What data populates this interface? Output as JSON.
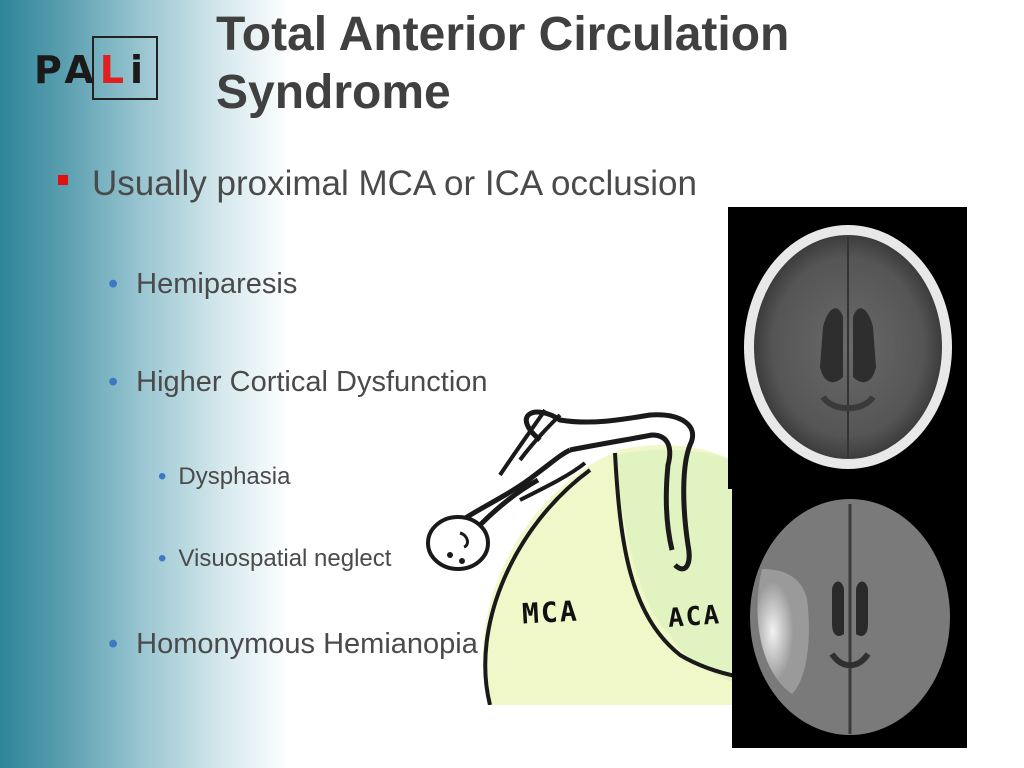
{
  "logo": {
    "letters_pa": "PA",
    "letter_l": "L",
    "letter_i": "i"
  },
  "title": "Total Anterior Circulation Syndrome",
  "bullets": {
    "main": "Usually proximal MCA or ICA occlusion",
    "hemiparesis": "Hemiparesis",
    "cortical": "Higher Cortical Dysfunction",
    "dysphasia": "Dysphasia",
    "neglect": "Visuospatial neglect",
    "hemianopia": "Homonymous Hemianopia"
  },
  "drawing": {
    "mca_label": "MCA",
    "aca_label": "ACA"
  },
  "colors": {
    "accent_red": "#e01010",
    "bullet_blue": "#3c78c4",
    "title_gray": "#404040",
    "teal": "#2f8598"
  },
  "icons": {
    "level1_bullet": "red-square-bullet",
    "level2_bullet": "blue-dot-bullet"
  }
}
